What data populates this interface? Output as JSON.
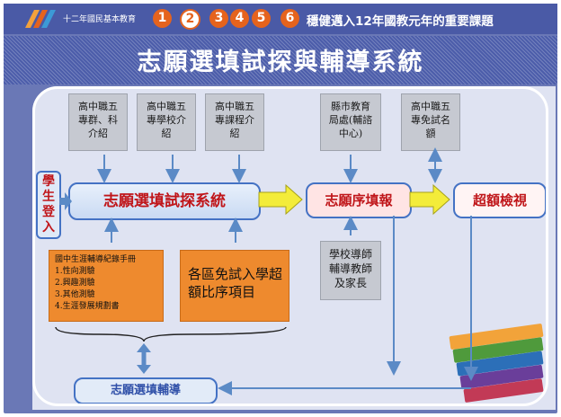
{
  "header": {
    "org_name": "十二年國民基本教育",
    "nav": [
      "1",
      "2",
      "3",
      "4",
      "5",
      "6"
    ],
    "active_nav": "2",
    "title": "穩健邁入12年國教元年的重要課題"
  },
  "title": "志願選填試探與輔導系統",
  "docs": {
    "school_groups": "高中職五專群、科介紹",
    "school_intro": "高中職五專學校介紹",
    "course_intro": "高中職五專課程介紹",
    "county_center": "縣市教育局處(輔諮中心)",
    "free_quota": "高中職五專免試名額"
  },
  "flow": {
    "login": "學生登入",
    "explore_system": "志願選填試探系統",
    "fill_order": "志願序填報",
    "over_quota": "超額檢視",
    "guidance": "志願選填輔導",
    "advisors": "學校導師輔導教師及家長"
  },
  "handbook": {
    "title": "國中生涯輔導紀錄手冊",
    "items": [
      "1.性向測驗",
      "2.興趣測驗",
      "3.其他測驗",
      "4.生涯發展規劃書"
    ]
  },
  "region_note": "各區免試入學超額比序項目",
  "colors": {
    "accent_orange": "#e5631d",
    "header_blue": "#4a5aa6",
    "flow_red": "#c0161a",
    "arrow_blue": "#5b8ac6",
    "doc_orange": "#ee8a2e"
  }
}
